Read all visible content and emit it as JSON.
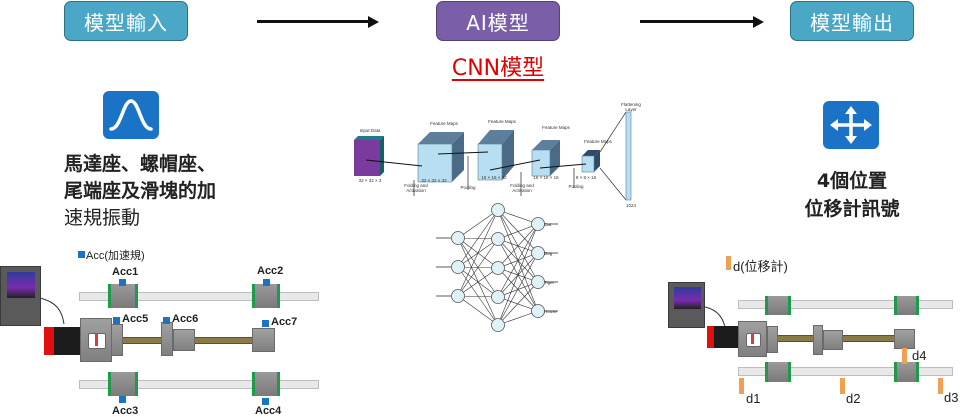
{
  "stages": {
    "input": "模型輸入",
    "ai": "AI模型",
    "output": "模型輸出"
  },
  "cnn_title": "CNN模型",
  "colors": {
    "stage_teal": "#4aa7c6",
    "stage_purple": "#7a5ea8",
    "cnn_title_red": "#e00000",
    "icon_blue": "#1a73c6",
    "acc_sensor_blue": "#1a73c6",
    "disp_sensor_orange": "#f0a050",
    "block_green_edge": "#1f9a4a"
  },
  "input_panel": {
    "icon": "bell-curve-icon",
    "description_lines": [
      "馬達座、螺帽座、",
      "尾端座及滑塊的加",
      "速規振動"
    ],
    "legend": "Acc(加速規)",
    "sensors": [
      "Acc1",
      "Acc2",
      "Acc3",
      "Acc4",
      "Acc5",
      "Acc6",
      "Acc7"
    ]
  },
  "ai_panel": {
    "cnn": {
      "input_label": "Input Data",
      "input_dims": "32 × 32 × 3",
      "feature_maps_label": "Feature Maps",
      "fm1_dims": "32 × 32 × 32",
      "fm2_dims": "16 × 16 × 32",
      "fm3_dims": "16 × 16 × 16",
      "fm4_dims": "8 × 8 × 16",
      "folding_label_1": "Folding and",
      "folding_label_2": "Activation",
      "pooling_label": "Pooling",
      "flatten_label_1": "Flattening",
      "flatten_label_2": "Layer",
      "flatten_dims": "1024"
    },
    "nn_outputs": [
      "Cat",
      "Dog",
      "Tiger",
      "House"
    ]
  },
  "output_panel": {
    "icon": "four-way-arrows-icon",
    "description_lines": [
      "4個位置",
      "位移計訊號"
    ],
    "legend": "d(位移計)",
    "sensors": [
      "d1",
      "d2",
      "d3",
      "d4"
    ]
  }
}
